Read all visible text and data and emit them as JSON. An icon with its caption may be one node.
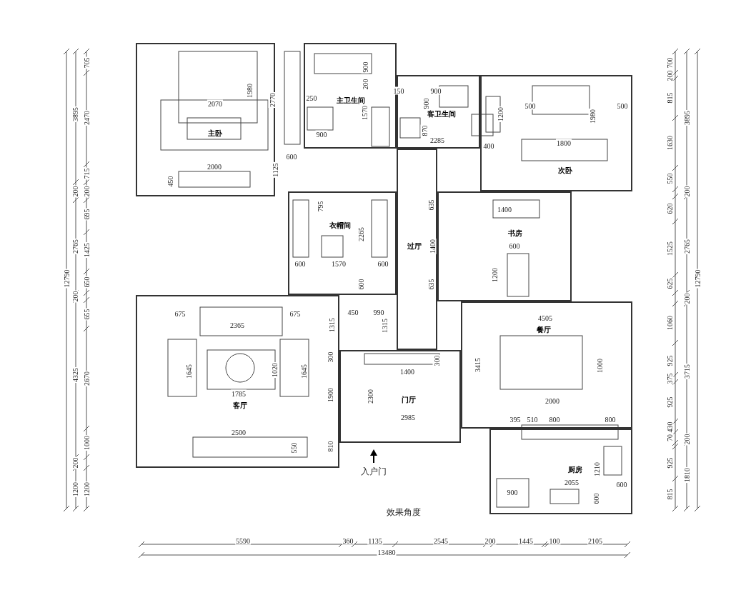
{
  "diagram": {
    "nodes": [
      {
        "text": [
          "主卧"
        ]
      },
      {
        "text": [
          "主卫生间"
        ]
      },
      {
        "text": [
          "客卫生间"
        ]
      },
      {
        "text": [
          "次卧"
        ]
      },
      {
        "text": [
          "衣帽间"
        ]
      },
      {
        "text": [
          "过厅"
        ]
      },
      {
        "text": [
          "书房"
        ]
      },
      {
        "text": [
          "客厅"
        ]
      },
      {
        "text": [
          "门厅"
        ]
      },
      {
        "text": [
          "餐厅"
        ]
      },
      {
        "text": [
          "厨房"
        ]
      }
    ],
    "edges": [],
    "labels": [
      "12790",
      "3895",
      "200",
      "2765",
      "200",
      "4325",
      "200",
      "1200",
      "705",
      "2470",
      "715",
      "200",
      "695",
      "1425",
      "650",
      "655",
      "2670",
      "1000",
      "1200",
      "900",
      "200",
      "1980",
      "150",
      "900",
      "250",
      "2770",
      "2070",
      "900",
      "500",
      "500",
      "1570",
      "1200",
      "1980",
      "870",
      "900",
      "2285",
      "1800",
      "400",
      "600",
      "2000",
      "1125",
      "450",
      "795",
      "635",
      "1400",
      "2265",
      "1400",
      "600",
      "600",
      "1570",
      "600",
      "1200",
      "600",
      "635",
      "675",
      "675",
      "450",
      "990",
      "4505",
      "2365",
      "1315",
      "1315",
      "300",
      "300",
      "3415",
      "1000",
      "1645",
      "1020",
      "1645",
      "1400",
      "1785",
      "1900",
      "2300",
      "2000",
      "2985",
      "395",
      "510",
      "800",
      "800",
      "2500",
      "550",
      "810",
      "1210",
      "2055",
      "600",
      "900",
      "600",
      "700",
      "200",
      "815",
      "1630",
      "550",
      "620",
      "1525",
      "625",
      "1060",
      "925",
      "375",
      "925",
      "430",
      "70",
      "925",
      "815",
      "3895",
      "200",
      "2765",
      "200",
      "3715",
      "200",
      "1810",
      "12790",
      "5590",
      "360",
      "1135",
      "2545",
      "200",
      "1445",
      "100",
      "2105",
      "13480",
      "入户门",
      "效果角度"
    ]
  }
}
